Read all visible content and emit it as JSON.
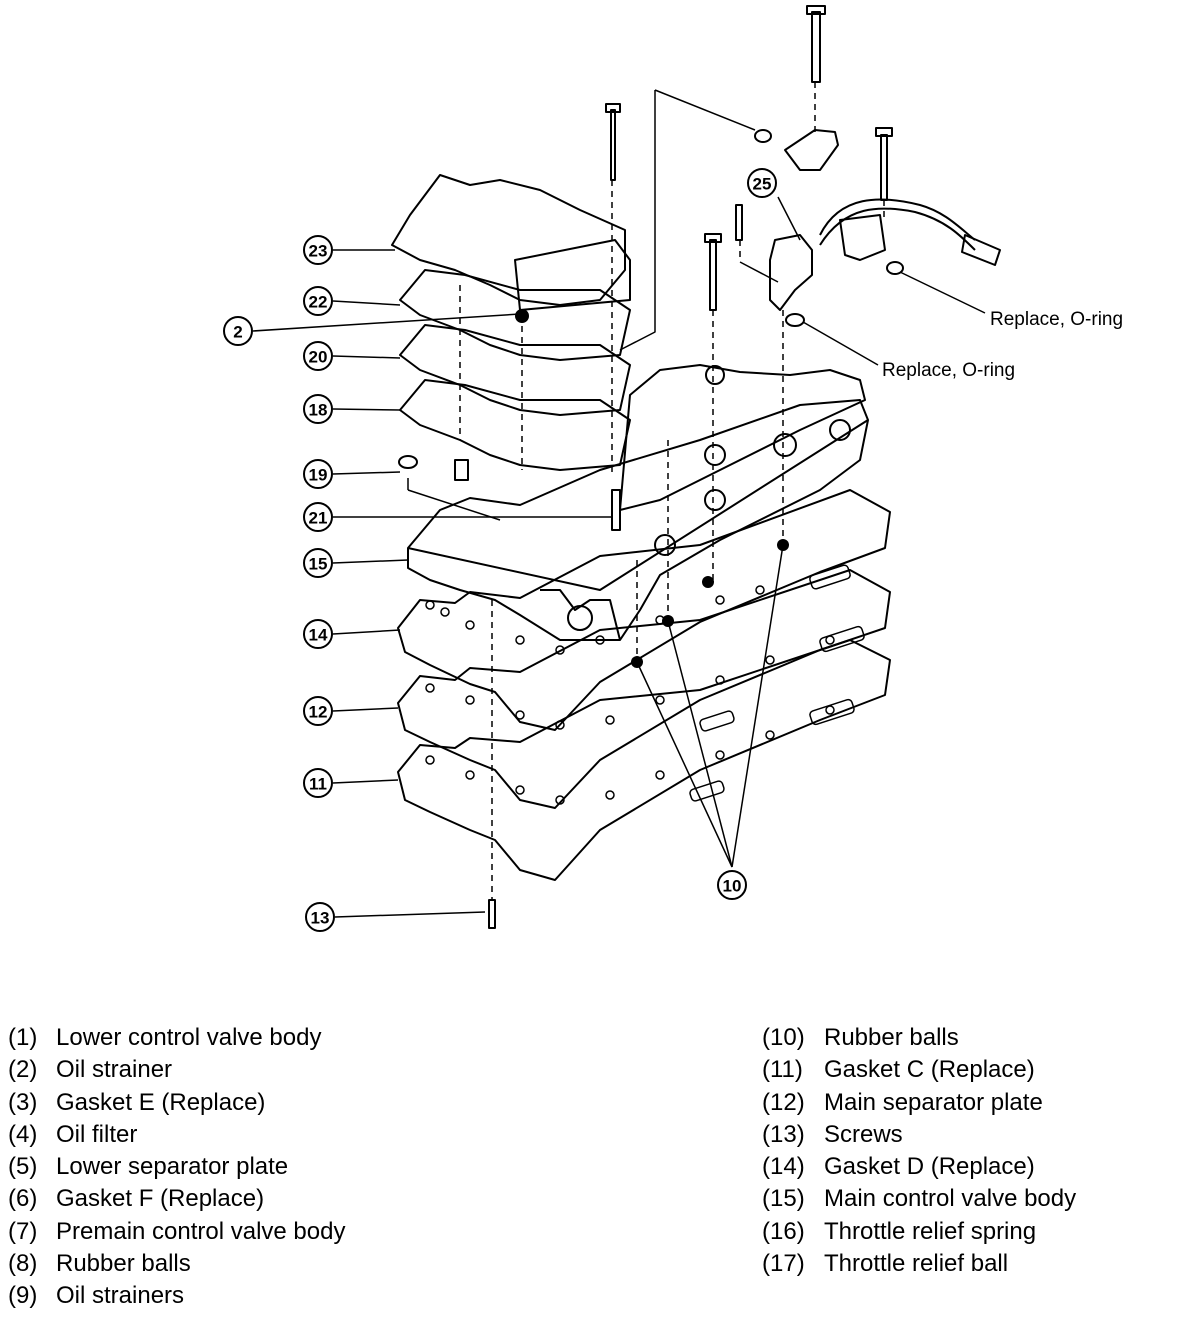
{
  "callouts": [
    {
      "id": "23",
      "label": "23"
    },
    {
      "id": "22",
      "label": "22"
    },
    {
      "id": "2",
      "label": "2"
    },
    {
      "id": "20",
      "label": "20"
    },
    {
      "id": "18",
      "label": "18"
    },
    {
      "id": "19",
      "label": "19"
    },
    {
      "id": "21",
      "label": "21"
    },
    {
      "id": "15",
      "label": "15"
    },
    {
      "id": "14",
      "label": "14"
    },
    {
      "id": "12",
      "label": "12"
    },
    {
      "id": "11",
      "label": "11"
    },
    {
      "id": "13",
      "label": "13"
    },
    {
      "id": "25",
      "label": "25"
    },
    {
      "id": "10",
      "label": "10"
    }
  ],
  "notes": [
    {
      "id": "oring-upper",
      "text": "Replace, O-ring"
    },
    {
      "id": "oring-lower",
      "text": "Replace, O-ring"
    }
  ],
  "legend_left": [
    {
      "num": "(1)",
      "text": "Lower control valve body"
    },
    {
      "num": "(2)",
      "text": "Oil strainer"
    },
    {
      "num": "(3)",
      "text": "Gasket E (Replace)"
    },
    {
      "num": "(4)",
      "text": "Oil filter"
    },
    {
      "num": "(5)",
      "text": "Lower separator plate"
    },
    {
      "num": "(6)",
      "text": "Gasket F (Replace)"
    },
    {
      "num": "(7)",
      "text": "Premain control valve body"
    },
    {
      "num": "(8)",
      "text": "Rubber balls"
    },
    {
      "num": "(9)",
      "text": "Oil strainers"
    }
  ],
  "legend_right": [
    {
      "num": "(10)",
      "text": "Rubber balls"
    },
    {
      "num": "(11)",
      "text": "Gasket C (Replace)"
    },
    {
      "num": "(12)",
      "text": "Main separator plate"
    },
    {
      "num": "(13)",
      "text": "Screws"
    },
    {
      "num": "(14)",
      "text": "Gasket D (Replace)"
    },
    {
      "num": "(15)",
      "text": "Main control valve body"
    },
    {
      "num": "(16)",
      "text": "Throttle relief spring"
    },
    {
      "num": "(17)",
      "text": "Throttle relief ball"
    }
  ]
}
